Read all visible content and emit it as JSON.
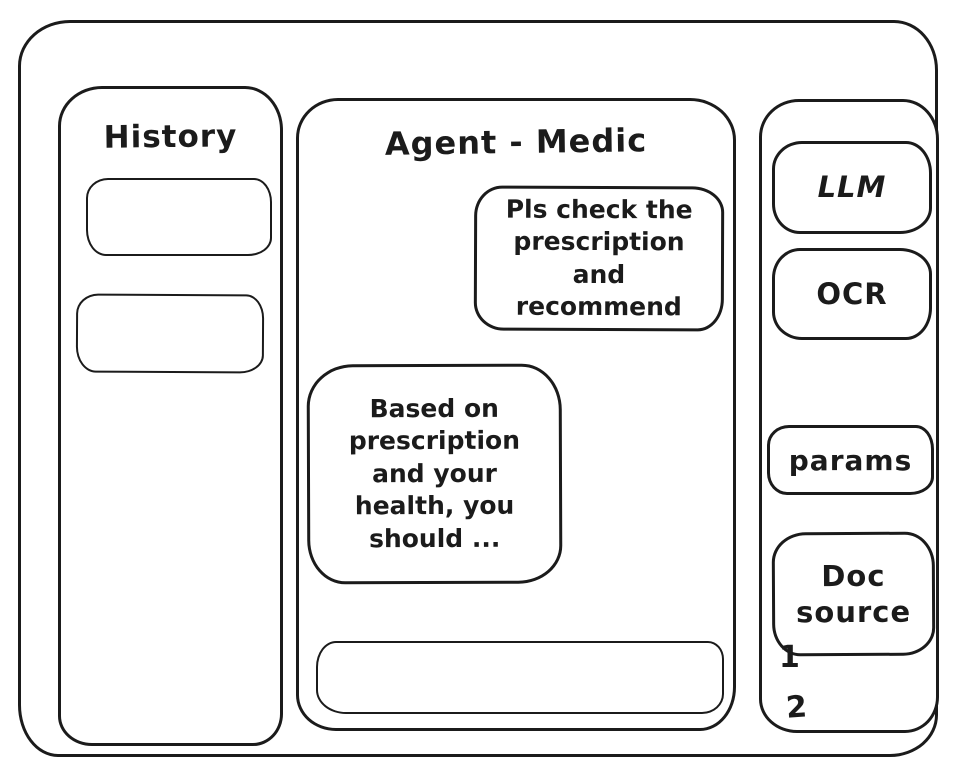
{
  "app": {
    "background_color": "#ffffff",
    "stroke_color": "#1b1b1b",
    "description": "Hand-drawn wireframe of a medical chat agent UI"
  },
  "sidebar": {
    "title": "History",
    "items": [
      {
        "label": ""
      },
      {
        "label": ""
      }
    ]
  },
  "chat": {
    "title": "Agent - Medic",
    "messages": [
      {
        "role": "user",
        "text": "Pls check the\nprescription\nand recommend"
      },
      {
        "role": "assistant",
        "text": "Based on\nprescription\nand your\nhealth, you\nshould ..."
      }
    ],
    "input": {
      "value": "",
      "placeholder": ""
    }
  },
  "tools": {
    "llm_label": "LLM",
    "ocr_label": "OCR",
    "params_label": "params",
    "doc_source_label": "Doc\nsource",
    "source_items": [
      "1",
      "2"
    ]
  }
}
